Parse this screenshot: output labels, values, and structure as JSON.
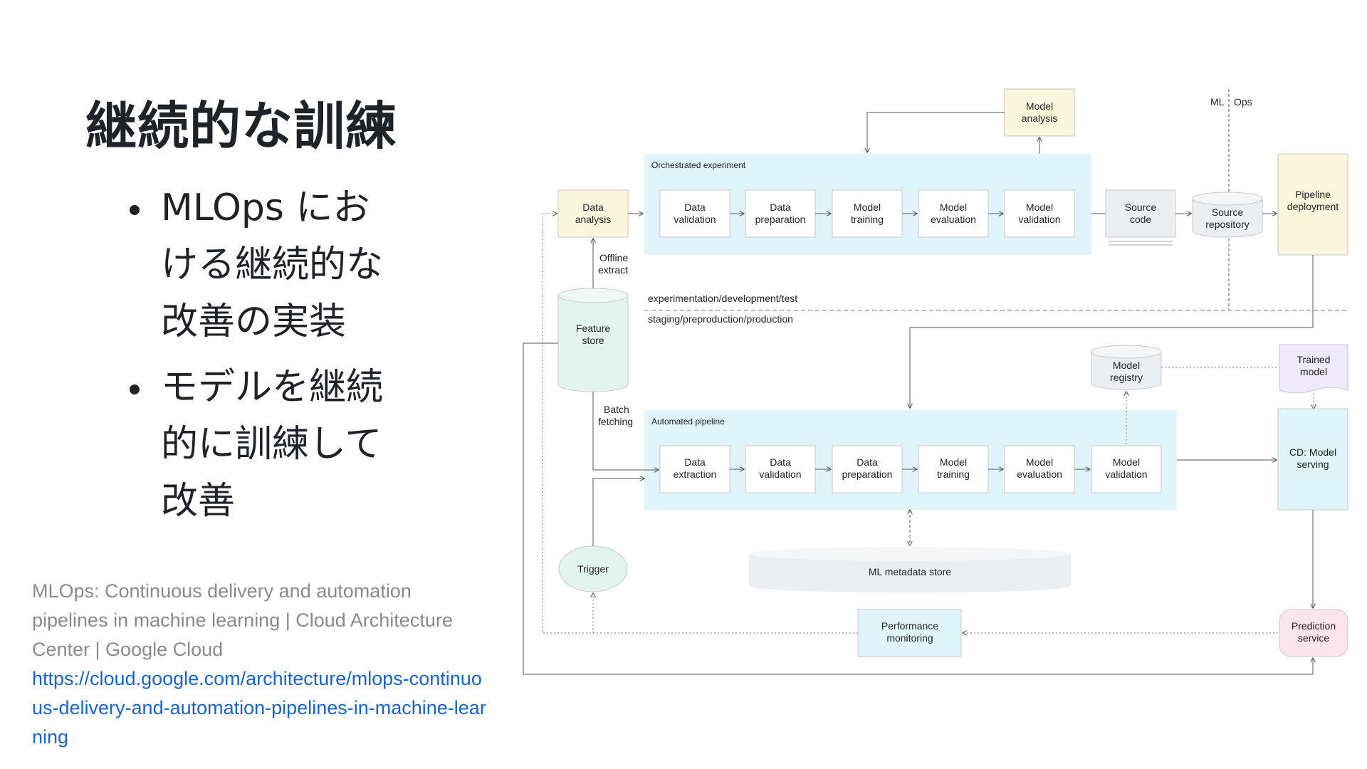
{
  "slide": {
    "title": "継続的な訓練",
    "bullets": [
      "MLOps における継続的な改善の実装",
      "モデルを継続的に訓練して改善"
    ],
    "reference": {
      "text": "MLOps: Continuous delivery and automation pipelines in machine learning | Cloud Architecture Center | Google Cloud",
      "url": "https://cloud.google.com/architecture/mlops-continuous-delivery-and-automation-pipelines-in-machine-learning"
    }
  },
  "diagram": {
    "ml_label": "ML",
    "ops_label": "Ops",
    "orchestrated_label": "Orchestrated experiment",
    "automated_label": "Automated pipeline",
    "env_top": "experimentation/development/test",
    "env_bottom": "staging/preproduction/production",
    "offline_extract": [
      "Offline",
      "extract"
    ],
    "batch_fetching": [
      "Batch",
      "fetching"
    ],
    "model_analysis": [
      "Model",
      "analysis"
    ],
    "data_analysis": [
      "Data",
      "analysis"
    ],
    "exp_steps": [
      [
        "Data",
        "validation"
      ],
      [
        "Data",
        "preparation"
      ],
      [
        "Model",
        "training"
      ],
      [
        "Model",
        "evaluation"
      ],
      [
        "Model",
        "validation"
      ]
    ],
    "source_code": [
      "Source",
      "code"
    ],
    "source_repository": [
      "Source",
      "repository"
    ],
    "pipeline_deployment": [
      "Pipeline",
      "deployment"
    ],
    "feature_store": [
      "Feature",
      "store"
    ],
    "model_registry": [
      "Model",
      "registry"
    ],
    "trained_model": [
      "Trained",
      "model"
    ],
    "auto_steps": [
      [
        "Data",
        "extraction"
      ],
      [
        "Data",
        "validation"
      ],
      [
        "Data",
        "preparation"
      ],
      [
        "Model",
        "training"
      ],
      [
        "Model",
        "evaluation"
      ],
      [
        "Model",
        "validation"
      ]
    ],
    "cd_model_serving": [
      "CD: Model",
      "serving"
    ],
    "trigger": "Trigger",
    "metadata_store": "ML metadata store",
    "performance_monitoring": [
      "Performance",
      "monitoring"
    ],
    "prediction_service": [
      "Prediction",
      "service"
    ]
  }
}
